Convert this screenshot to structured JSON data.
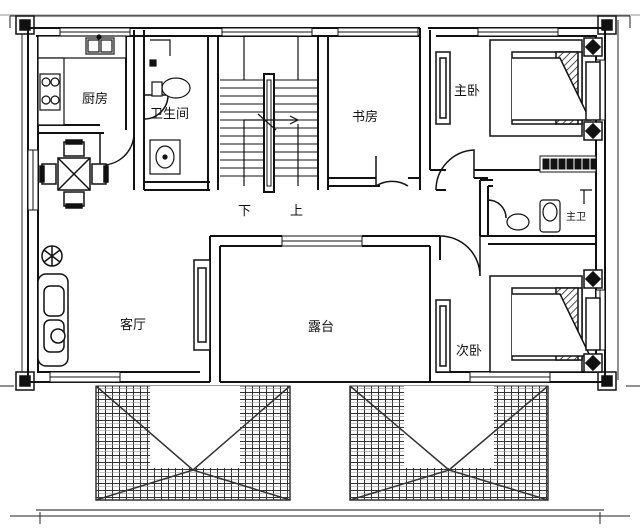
{
  "rooms": {
    "kitchen": "厨房",
    "toilet": "卫生间",
    "study": "书房",
    "master_bedroom": "主卧",
    "master_bath": "主卫",
    "living_room": "客厅",
    "terrace": "露台",
    "second_bedroom": "次卧"
  },
  "stairs": {
    "down": "下",
    "up": "上"
  },
  "colors": {
    "wall": "#111111",
    "roof_tile": "#444444",
    "background": "#ffffff"
  }
}
